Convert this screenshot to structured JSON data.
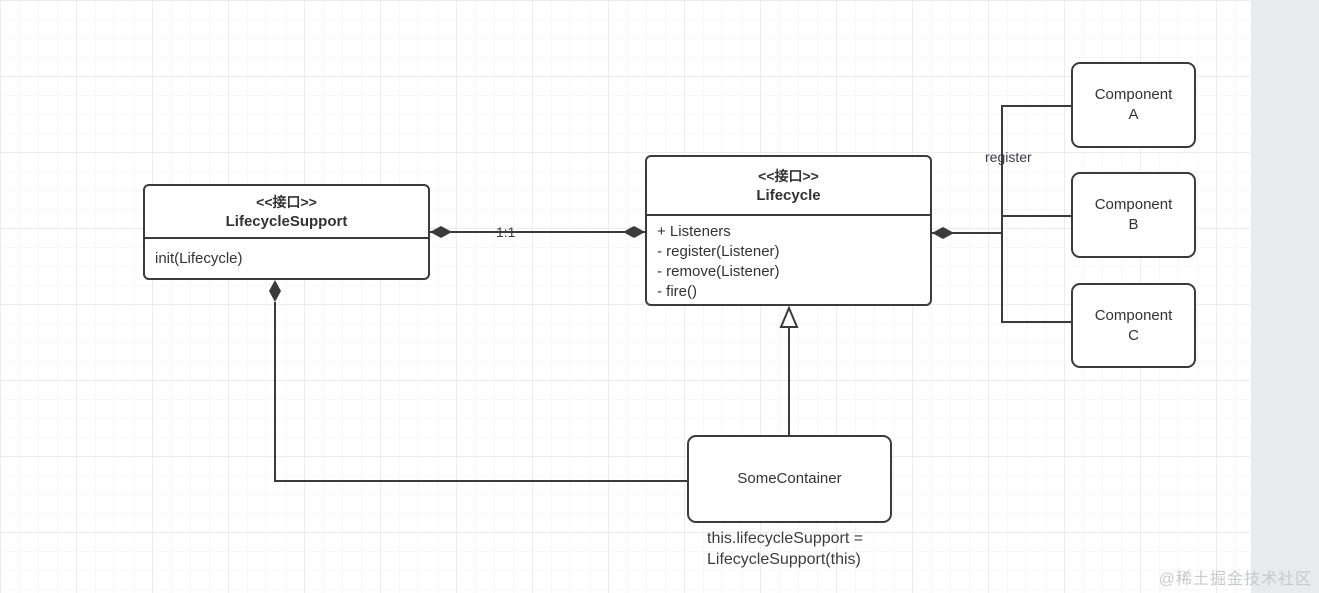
{
  "diagram": {
    "classes": {
      "lifecycleSupport": {
        "stereotype": "<<接口>>",
        "name": "LifecycleSupport",
        "members": [
          "init(Lifecycle)"
        ]
      },
      "lifecycle": {
        "stereotype": "<<接口>>",
        "name": "Lifecycle",
        "members": [
          "+ Listeners",
          "- register(Listener)",
          "- remove(Listener)",
          "- fire()"
        ]
      }
    },
    "nodes": {
      "componentA": {
        "title": "Component",
        "letter": "A"
      },
      "componentB": {
        "title": "Component",
        "letter": "B"
      },
      "componentC": {
        "title": "Component",
        "letter": "C"
      },
      "someContainer": {
        "title": "SomeContainer"
      }
    },
    "edge_labels": {
      "multiplicity": "1:1",
      "register": "register"
    },
    "note": {
      "line1": "this.lifecycleSupport =",
      "line2": "LifecycleSupport(this)"
    },
    "colors": {
      "stroke": "#3b3b3b",
      "text": "#333333",
      "canvas": "#ffffff",
      "gutter": "#e9eaeb",
      "watermark": "#c7c9cb"
    }
  },
  "watermark": "@稀土掘金技术社区"
}
